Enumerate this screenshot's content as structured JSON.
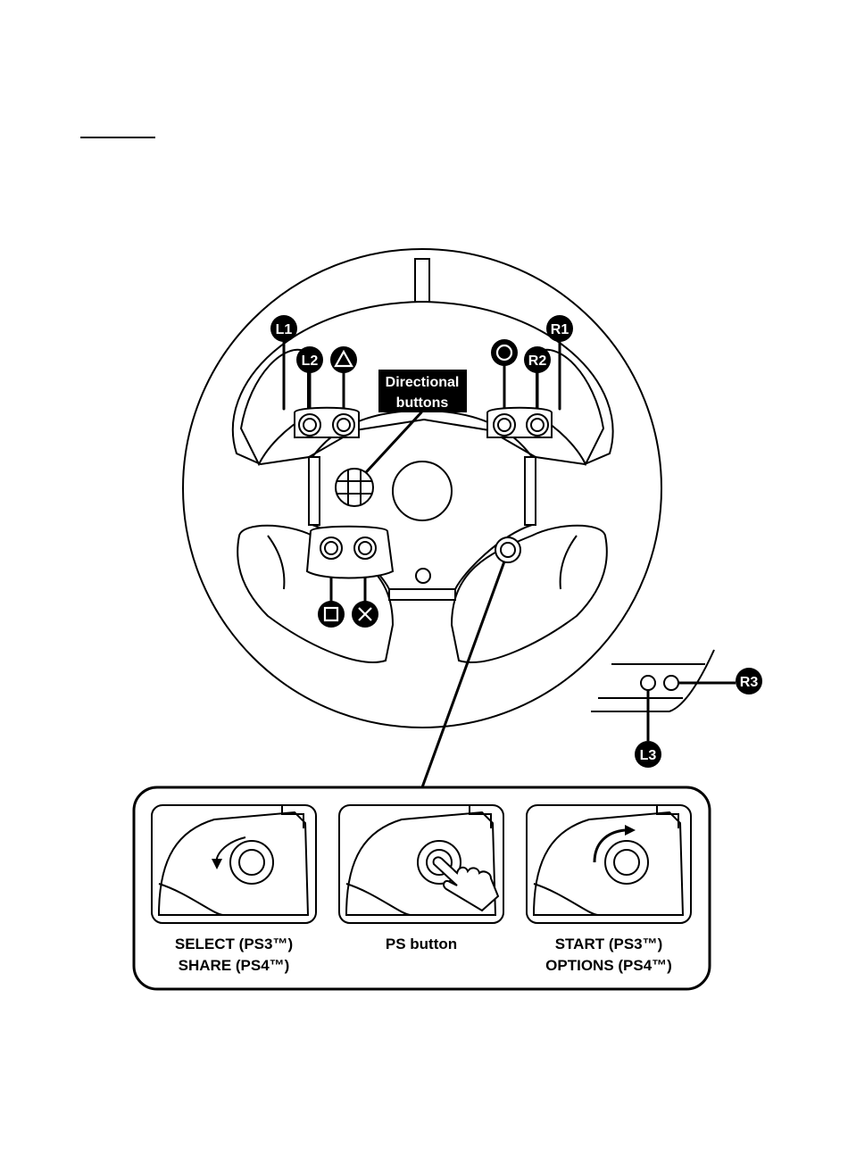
{
  "callouts": {
    "l1": "L1",
    "l2": "L2",
    "r1": "R1",
    "r2": "R2",
    "r3": "R3",
    "l3": "L3",
    "directional_line1": "Directional",
    "directional_line2": "buttons"
  },
  "panels": [
    {
      "line1": "SELECT (PS3™)",
      "line2": "SHARE (PS4™)"
    },
    {
      "line1": "PS button",
      "line2": ""
    },
    {
      "line1": "START (PS3™)",
      "line2": "OPTIONS (PS4™)"
    }
  ],
  "colors": {
    "ink": "#000000",
    "paper": "#ffffff"
  }
}
